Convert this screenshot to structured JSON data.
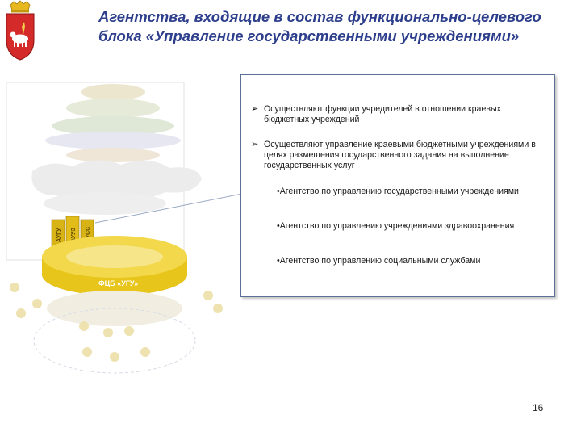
{
  "header": {
    "title_line1": "Агентства, входящие в состав функционально-целевого",
    "title_line2": "блока «Управление государственными учреждениями»"
  },
  "figure": {
    "labels": {
      "ring_front": "ФЦБ «УГУ»",
      "tab1": "АУГУ",
      "tab2": "АУУЗ",
      "tab3": "АУСС"
    },
    "colors": {
      "gold": "#e8c51a",
      "gold_dark": "#b99512",
      "faded": "#e8e4d4"
    }
  },
  "panel": {
    "bullets": [
      {
        "text": "Осуществляют функции учредителей в отношении краевых бюджетных учреждений"
      },
      {
        "text": "Осуществляют управление краевыми бюджетными учреждениями в целях размещения государственного задания на выполнение государственных услуг"
      }
    ],
    "agencies": [
      "•Агентство по управлению государственными учреждениями",
      "•Агентство по управлению учреждениями здравоохранения",
      "•Агентство по управлению социальными службами"
    ]
  },
  "footer": {
    "page_number": "16"
  },
  "colors": {
    "title": "#2c3e8c",
    "panel_border": "#5b6f97",
    "crest_red": "#d42a2a"
  }
}
